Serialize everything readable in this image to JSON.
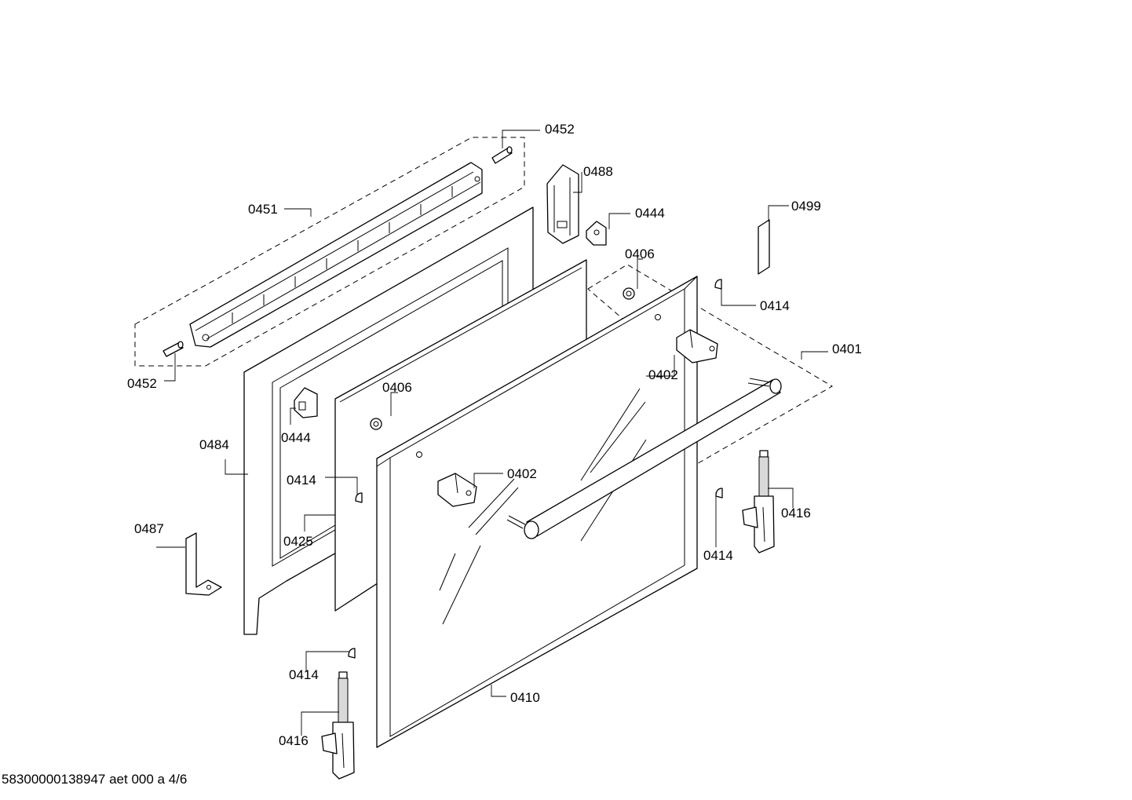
{
  "callouts": {
    "c0452_top": "0452",
    "c0452_bottom": "0452",
    "c0451": "0451",
    "c0488": "0488",
    "c0444_right": "0444",
    "c0444_left": "0444",
    "c0499": "0499",
    "c0406_top": "0406",
    "c0406_mid": "0406",
    "c0414_topright": "0414",
    "c0414_mid": "0414",
    "c0414_right": "0414",
    "c0414_bottom": "0414",
    "c0401": "0401",
    "c0402_top": "0402",
    "c0402_mid": "0402",
    "c0484": "0484",
    "c0425": "0425",
    "c0487": "0487",
    "c0416_right": "0416",
    "c0416_bottom": "0416",
    "c0410": "0410"
  },
  "footer": "58300000138947 aet 000 a 4/6"
}
